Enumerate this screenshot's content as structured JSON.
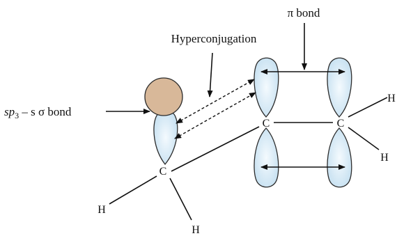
{
  "labels": {
    "pi_bond": "π bond",
    "hyperconjugation": "Hyperconjugation",
    "sigma_bond_sp": "sp",
    "sigma_bond_sub": "3",
    "sigma_bond_rest": " – s σ bond",
    "carbon_methyl": "C",
    "carbon_left": "C",
    "carbon_right": "C",
    "h_bottom_left": "H",
    "h_bottom": "H",
    "h_right_top": "H",
    "h_right_bottom": "H"
  },
  "colors": {
    "lobe_fill": "#d2e8f5",
    "lobe_stroke": "#2b2b2b",
    "hydrogen_s_orbital": "#d8b899",
    "line": "#111111"
  }
}
